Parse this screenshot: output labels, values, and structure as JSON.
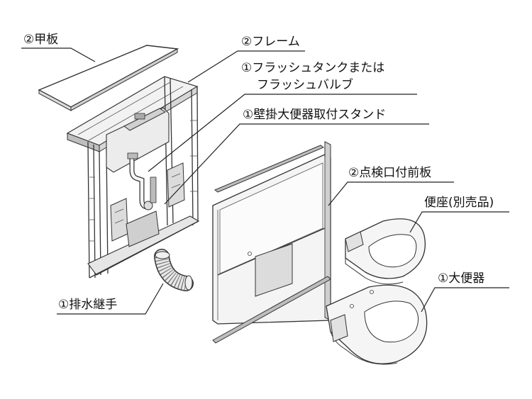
{
  "labels": {
    "top_plate": "②甲板",
    "frame": "②フレーム",
    "flush_tank_line1": "①フラッシュタンクまたは",
    "flush_tank_line2": "フラッシュバルブ",
    "stand": "①壁掛大便器取付スタンド",
    "front_panel": "②点検口付前板",
    "seat": "便座(別売品)",
    "toilet": "①大便器",
    "drain_joint": "①排水継手"
  }
}
